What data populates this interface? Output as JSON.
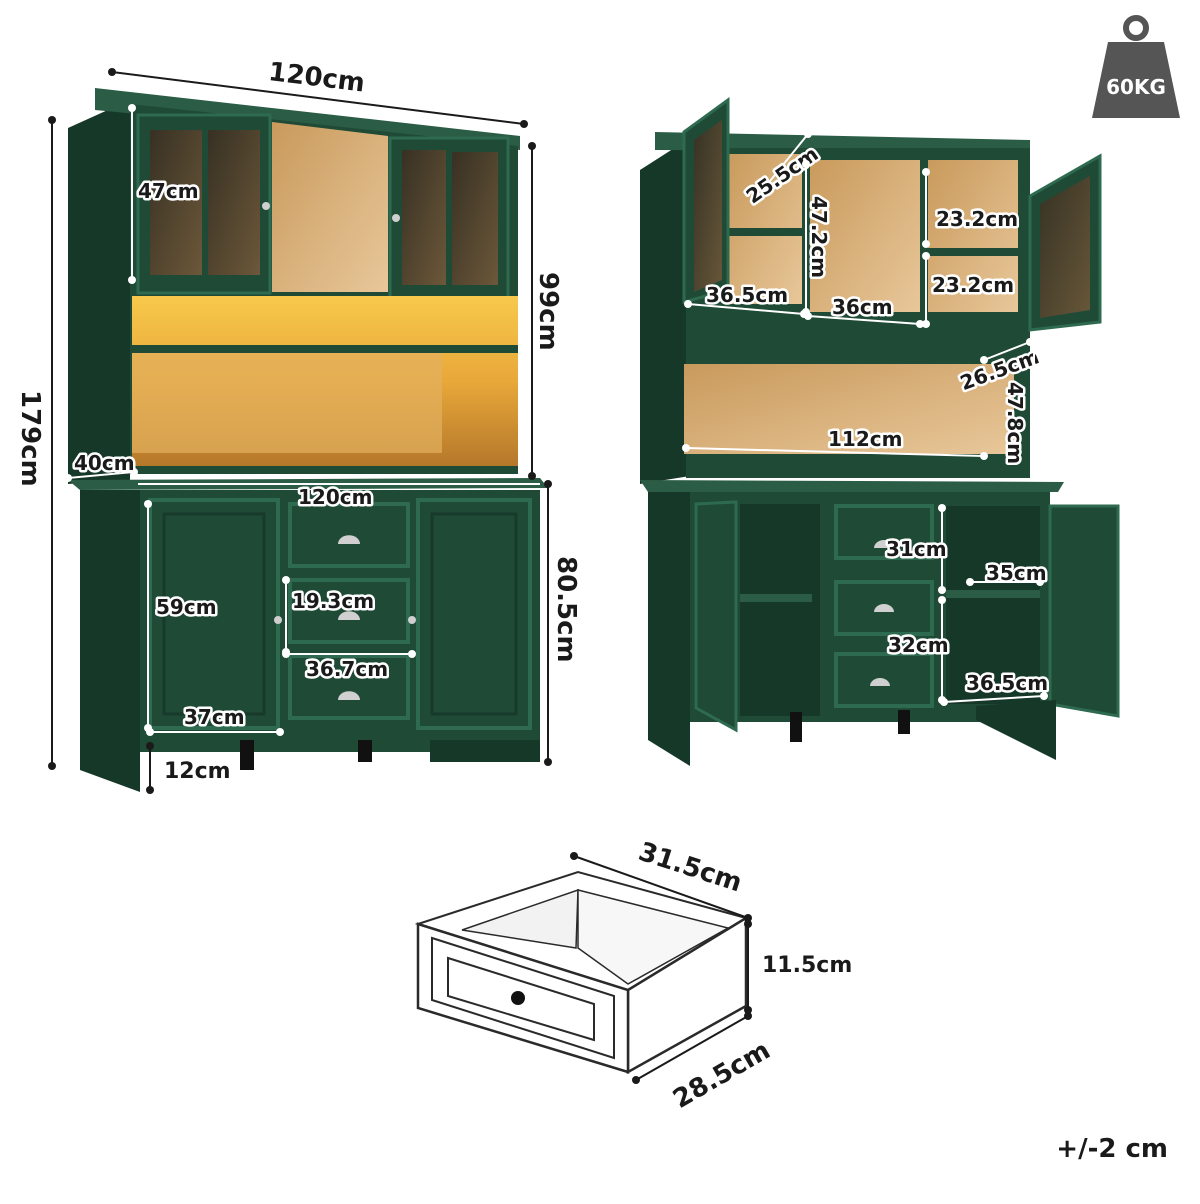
{
  "weight_badge": {
    "label": "60KG"
  },
  "tolerance": "+/-2 cm",
  "front_view": {
    "width_top": "120cm",
    "total_height": "179cm",
    "hutch_height": "99cm",
    "upper_door_height": "47cm",
    "depth": "40cm",
    "base_width": "120cm",
    "base_height": "80.5cm",
    "base_door_height": "59cm",
    "drawer_gap": "19.3cm",
    "drawer_width": "36.7cm",
    "door_width": "37cm",
    "leg_height": "12cm"
  },
  "open_view": {
    "upper_depth": "25.5cm",
    "upper_middle_height": "47.2cm",
    "upper_right_shelf_top": "23.2cm",
    "upper_right_shelf_bottom": "23.2cm",
    "upper_left_width": "36.5cm",
    "upper_middle_width": "36cm",
    "open_shelf_depth": "26.5cm",
    "open_shelf_height": "47.8cm",
    "open_shelf_width": "112cm",
    "drawer_height_label": "31cm",
    "base_shelf_width": "35cm",
    "base_lower_height": "32cm",
    "base_right_width": "36.5cm"
  },
  "drawer": {
    "length": "31.5cm",
    "height": "11.5cm",
    "width": "28.5cm"
  },
  "colors": {
    "cabinet": "#1f4a36",
    "cabinet_dark": "#163828",
    "cabinet_light": "#2b5c45",
    "wood": "#d9b27a",
    "light": "#f4c24a"
  }
}
